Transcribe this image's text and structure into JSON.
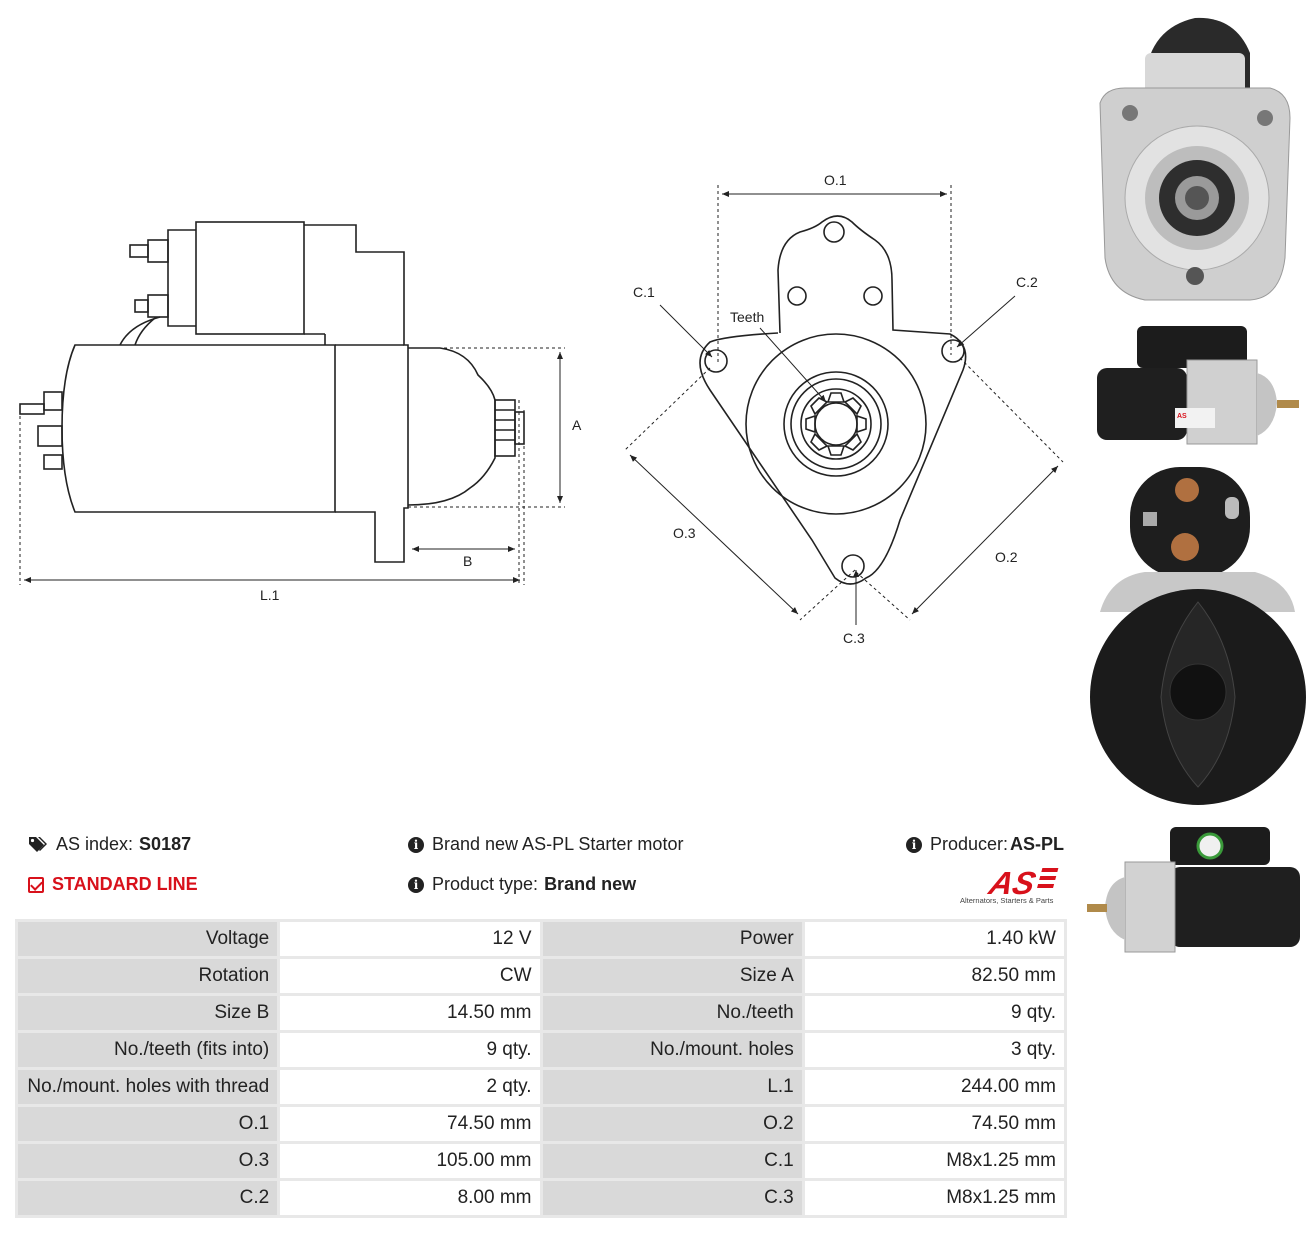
{
  "diagram": {
    "side_labels": {
      "a": "A",
      "b": "B",
      "l1": "L.1"
    },
    "front_labels": {
      "o1": "O.1",
      "o2": "O.2",
      "o3": "O.3",
      "c1": "C.1",
      "c2": "C.2",
      "c3": "C.3",
      "teeth": "Teeth"
    }
  },
  "photos": [
    {
      "icon": "starter-front-photo"
    },
    {
      "icon": "starter-side-photo"
    },
    {
      "icon": "starter-rear-photo"
    },
    {
      "icon": "starter-side-photo-2"
    }
  ],
  "header": {
    "as_index_label": "AS index:",
    "as_index_value": "S0187",
    "standard_line": "STANDARD LINE",
    "title": "Brand new AS-PL Starter motor",
    "product_type_label": "Product type:",
    "product_type_value": "Brand new",
    "producer_label": "Producer:",
    "producer_value": "AS-PL",
    "logo_text": "AS",
    "logo_tagline": "Alternators, Starters & Parts",
    "accent_color": "#d8111b"
  },
  "specs": [
    [
      {
        "k": "Voltage",
        "v": "12 V"
      },
      {
        "k": "Power",
        "v": "1.40 kW"
      }
    ],
    [
      {
        "k": "Rotation",
        "v": "CW"
      },
      {
        "k": "Size A",
        "v": "82.50 mm"
      }
    ],
    [
      {
        "k": "Size B",
        "v": "14.50 mm"
      },
      {
        "k": "No./teeth",
        "v": "9 qty."
      }
    ],
    [
      {
        "k": "No./teeth (fits into)",
        "v": "9 qty."
      },
      {
        "k": "No./mount. holes",
        "v": "3 qty."
      }
    ],
    [
      {
        "k": "No./mount. holes with thread",
        "v": "2 qty."
      },
      {
        "k": "L.1",
        "v": "244.00 mm"
      }
    ],
    [
      {
        "k": "O.1",
        "v": "74.50 mm"
      },
      {
        "k": "O.2",
        "v": "74.50 mm"
      }
    ],
    [
      {
        "k": "O.3",
        "v": "105.00 mm"
      },
      {
        "k": "C.1",
        "v": "M8x1.25 mm"
      }
    ],
    [
      {
        "k": "C.2",
        "v": "8.00 mm"
      },
      {
        "k": "C.3",
        "v": "M8x1.25 mm"
      }
    ]
  ]
}
